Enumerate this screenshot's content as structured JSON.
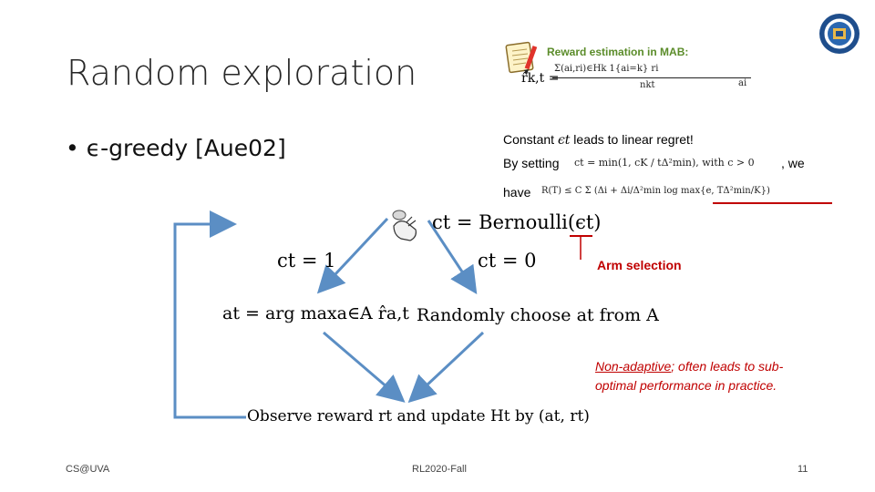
{
  "slide": {
    "title": "Random exploration",
    "bullet": "• ϵ-greedy [Aue02]"
  },
  "reward_note": {
    "label": "Reward estimation in MAB:",
    "formula_lhs": "r̂k,t =",
    "numerator": "Σ(ai,ri)∈Hk 1{ai=k} ri",
    "denominator": "nkt",
    "overlap_tail": "ai"
  },
  "regret_note": {
    "line1_before": "Constant",
    "line1_symbol": "ϵt",
    "line1_after": "leads to linear regret!",
    "line2_before": "By setting",
    "line2_formula": "ct = min(1, cK / tΔ²min), with c > 0",
    "line2_after": ", we",
    "line3_before": "have",
    "line3_formula": "R(T) ≤ C Σ (Δi + Δi/Δ²min log max{e, TΔ²min/K})"
  },
  "flow": {
    "coin": "ct = Bernoulli(ϵt)",
    "left_branch": "ct = 1",
    "right_branch": "ct = 0",
    "exploit": "at = arg maxa∈A r̂a,t",
    "explore": "Randomly choose at from A",
    "observe": "Observe reward rt and update Ht by (at, rt)"
  },
  "annotations": {
    "arm_selection": "Arm selection",
    "non_adaptive": "Non-adaptive",
    "non_adaptive_rest": "; often leads to sub-optimal performance in practice."
  },
  "footer": {
    "left": "CS@UVA",
    "center": "RL2020-Fall",
    "page": "11"
  },
  "colors": {
    "arrow": "#5b8ec4",
    "red": "#c00000",
    "title": "#262626"
  }
}
